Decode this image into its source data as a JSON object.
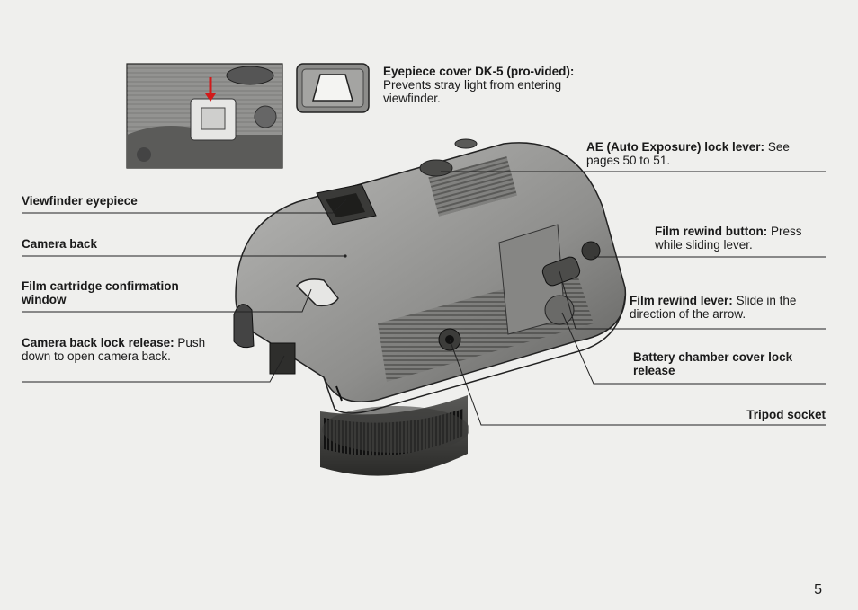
{
  "callouts": {
    "eyepiece_cover": {
      "title": "Eyepiece cover DK-5 (pro-vided):",
      "desc": "Prevents stray light from entering viewfinder."
    },
    "ae_lock": {
      "title": "AE (Auto Exposure) lock lever:",
      "desc": "See pages 50 to 51."
    },
    "viewfinder_eyepiece": {
      "title": "Viewfinder eyepiece"
    },
    "camera_back": {
      "title": "Camera back"
    },
    "film_cartridge_window": {
      "title": "Film cartridge confirmation window"
    },
    "back_lock_release": {
      "title": "Camera back lock release:",
      "desc": "Push down to open camera back."
    },
    "film_rewind_button": {
      "title": "Film rewind button:",
      "desc": "Press while sliding lever."
    },
    "film_rewind_lever": {
      "title": "Film rewind lever:",
      "desc": "Slide in the direction of the arrow."
    },
    "battery_cover_lock": {
      "title": "Battery chamber cover lock release"
    },
    "tripod_socket": {
      "title": "Tripod socket"
    }
  },
  "page_number": "5"
}
